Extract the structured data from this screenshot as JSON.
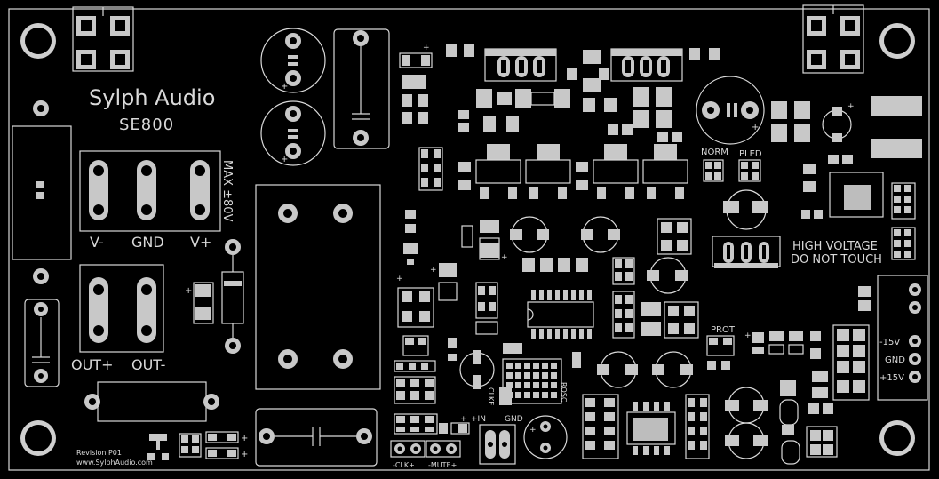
{
  "board": {
    "brand": "Sylph Audio",
    "model": "SE800",
    "revision": "Revision P01",
    "website": "www.SylphAudio.com",
    "colors": {
      "background": "#000000",
      "silk": "#d9d9d9",
      "pad": "#c8c8c8"
    }
  },
  "labels": {
    "max_voltage": "MAX ±80V",
    "v_minus": "V-",
    "gnd": "GND",
    "v_plus": "V+",
    "out_plus": "OUT+",
    "out_minus": "OUT-",
    "norm": "NORM",
    "pled": "PLED",
    "hv_warning_1": "HIGH VOLTAGE",
    "hv_warning_2": "DO NOT TOUCH",
    "prot": "PROT",
    "neg15": "-15V",
    "gnd2": "GND",
    "pos15": "+15V",
    "clke": "CLKE",
    "rosc": "ROSC",
    "in_plus": "+IN",
    "in_gnd": "GND",
    "clk": "-CLK+",
    "mute": "-MUTE+"
  }
}
